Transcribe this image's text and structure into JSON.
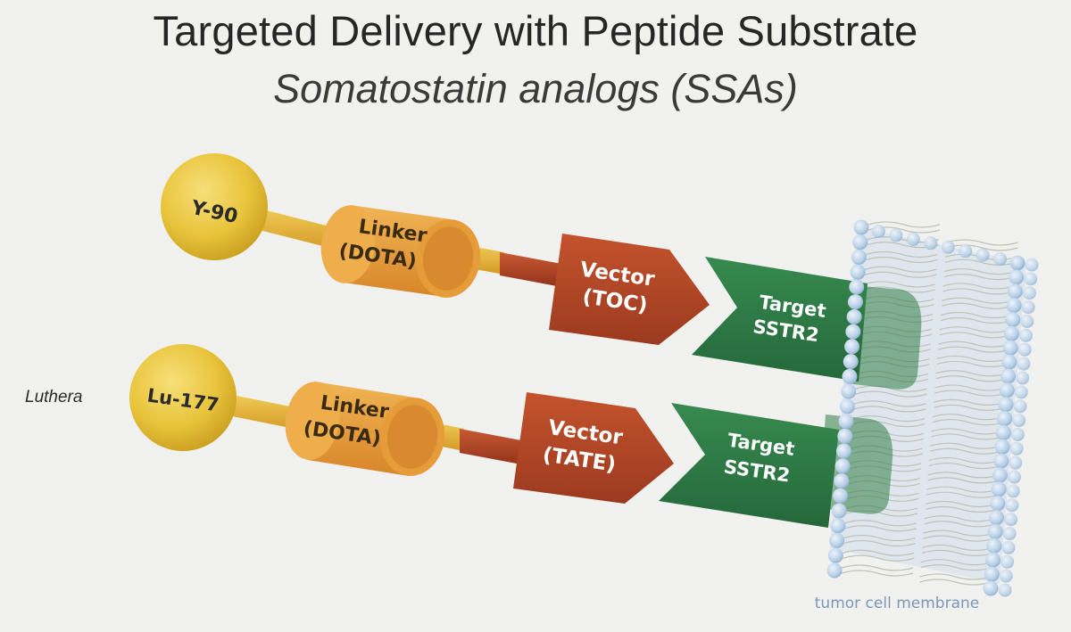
{
  "header": {
    "title": "Targeted Delivery with Peptide Substrate",
    "subtitle": "Somatostatin analogs (SSAs)"
  },
  "constructs": [
    {
      "isotope": "Y-90",
      "linker": [
        "Linker",
        "(DOTA)"
      ],
      "vector": [
        "Vector",
        "(TOC)"
      ],
      "target": [
        "Target",
        "SSTR2"
      ]
    },
    {
      "side_label": "Luthera",
      "isotope": "Lu-177",
      "linker": [
        "Linker",
        "(DOTA)"
      ],
      "vector": [
        "Vector",
        "(TATE)"
      ],
      "target": [
        "Target",
        "SSTR2"
      ]
    }
  ],
  "membrane": {
    "label": "tumor cell membrane"
  },
  "colors": {
    "isotope": "#e9c43b",
    "stem": "#e8b437",
    "linker": "#e79c3a",
    "vector": "#b7482a",
    "target": "#2f7d45",
    "lipid_head": "#b7cfe6",
    "membrane_label": "#7a97b8"
  }
}
